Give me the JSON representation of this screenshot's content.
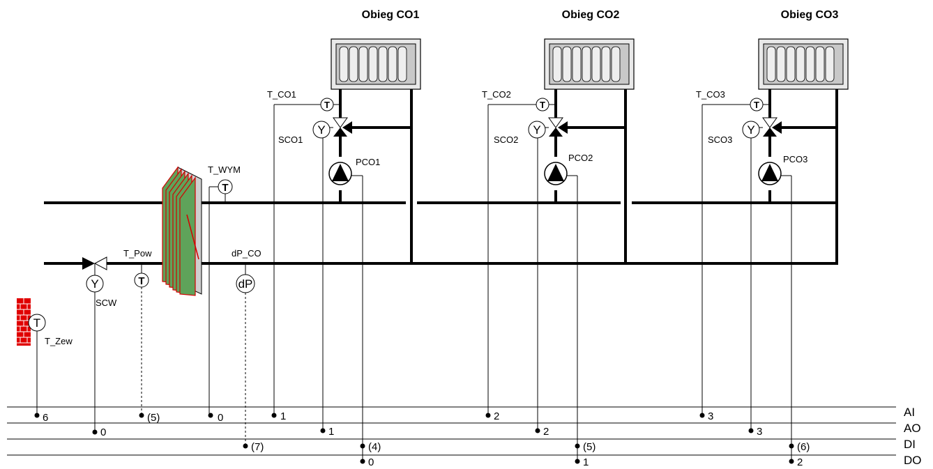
{
  "circuits": [
    {
      "title": "Obieg CO1",
      "temp_sensor": "T_CO1",
      "valve": "SCO1",
      "pump": "PCO1",
      "ai": "1",
      "ao": "1",
      "di": "(4)",
      "do": "0"
    },
    {
      "title": "Obieg CO2",
      "temp_sensor": "T_CO2",
      "valve": "SCO2",
      "pump": "PCO2",
      "ai": "2",
      "ao": "2",
      "di": "(5)",
      "do": "1"
    },
    {
      "title": "Obieg CO3",
      "temp_sensor": "T_CO3",
      "valve": "SCO3",
      "pump": "PCO3",
      "ai": "3",
      "ao": "3",
      "di": "(6)",
      "do": "2"
    }
  ],
  "source": {
    "outdoor_sensor": "T_Zew",
    "outdoor_ai": "6",
    "control_valve": "SCW",
    "control_valve_ao": "0",
    "return_sensor": "T_Pow",
    "return_ai": "(5)",
    "exchanger_sensor": "T_WYM",
    "exchanger_ai": "0",
    "dp_sensor": "dP_CO",
    "dp_di": "(7)"
  },
  "symbols": {
    "temperature": "T",
    "actuator": "Y",
    "pressure": "dP"
  },
  "buses": [
    {
      "id": "ai",
      "label": "AI"
    },
    {
      "id": "ao",
      "label": "AO"
    },
    {
      "id": "di",
      "label": "DI"
    },
    {
      "id": "do",
      "label": "DO"
    }
  ],
  "colors": {
    "exchanger_plates": "#5fa35a",
    "exchanger_edges": "#d40000",
    "radiator": "#bfbfbf",
    "wall_brick": "#e00000"
  }
}
